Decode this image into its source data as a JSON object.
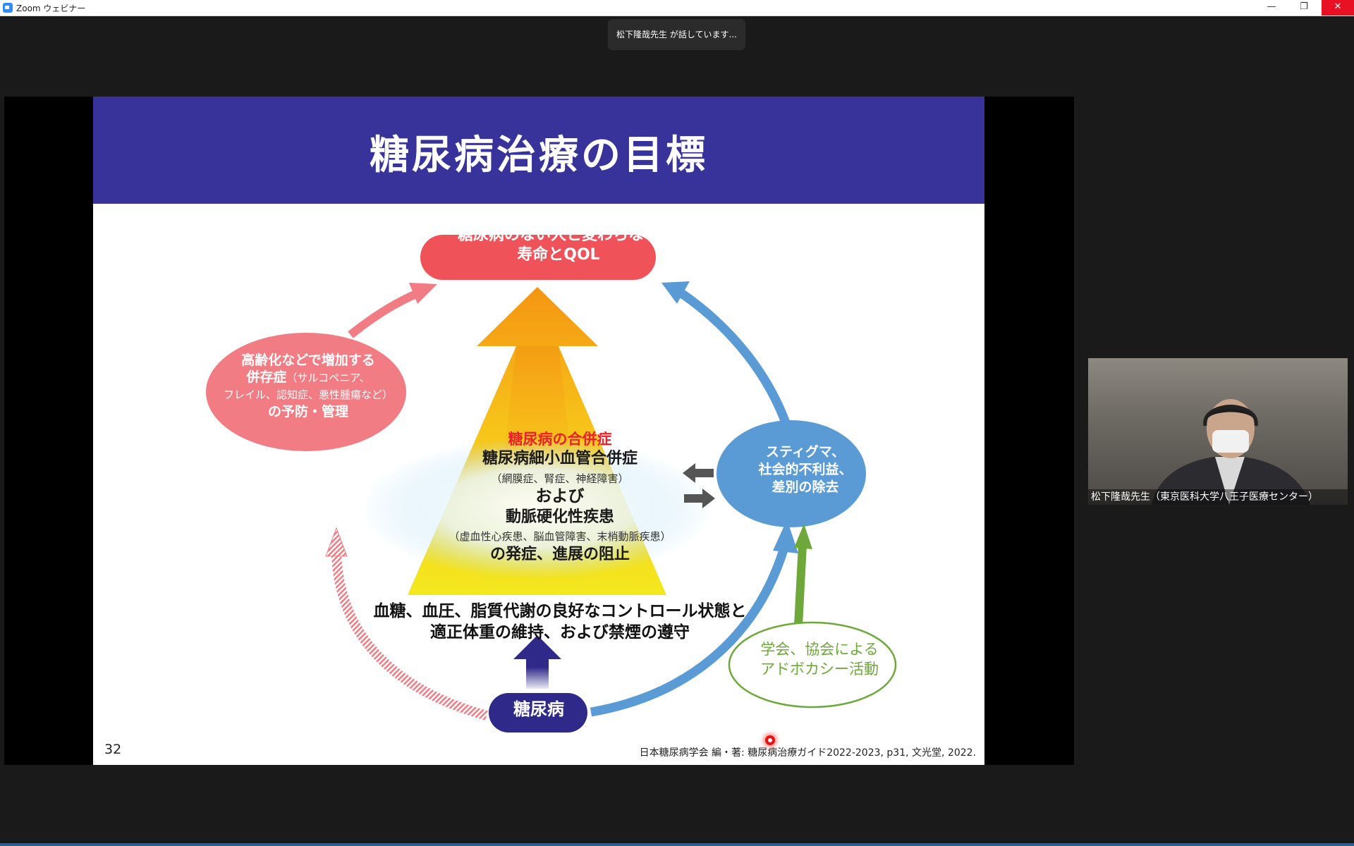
{
  "window": {
    "title": "Zoom ウェビナー",
    "minimize": "—",
    "restore": "❐",
    "close": "✕"
  },
  "banner": {
    "speaking": "松下隆哉先生 が話しています..."
  },
  "slide": {
    "title": "糖尿病治療の目標",
    "goal_line1": "糖尿病のない人と変わらない",
    "goal_line2": "寿命とQOL",
    "aging_line1": "高齢化などで増加する",
    "aging_line2_bold": "併存症",
    "aging_line2_small": "（サルコペニア、",
    "aging_line3": "フレイル、認知症、悪性腫瘍など）",
    "aging_line4": "の予防・管理",
    "stigma_line1": "スティグマ、",
    "stigma_line2": "社会的不利益、",
    "stigma_line3": "差別の除去",
    "advocacy_line1": "学会、協会による",
    "advocacy_line2": "アドボカシー活動",
    "complications_title": "糖尿病の合併症",
    "microvascular": "糖尿病細小血管合併症",
    "microvascular_detail": "（網膜症、腎症、神経障害）",
    "and": "および",
    "atherosclerosis": "動脈硬化性疾患",
    "atherosclerosis_detail": "（虚血性心疾患、脳血管障害、末梢動脈疾患）",
    "prevention": "の発症、進展の阻止",
    "control_line1": "血糖、血圧、脂質代謝の良好なコントロール状態と",
    "control_line2": "適正体重の維持、および禁煙の遵守",
    "diabetes": "糖尿病",
    "page_number": "32",
    "citation": "日本糖尿病学会 編・著: 糖尿病治療ガイド2022-2023, p31, 文光堂, 2022."
  },
  "participant": {
    "name": "松下隆哉先生（東京医科大学八王子医療センター）"
  },
  "colors": {
    "header": "#37339a",
    "goal": "#f0525a",
    "aging": "#f27c84",
    "stigma": "#5b9bd5",
    "advocacy": "#6fa83a",
    "diabetes": "#2f2a8a"
  }
}
